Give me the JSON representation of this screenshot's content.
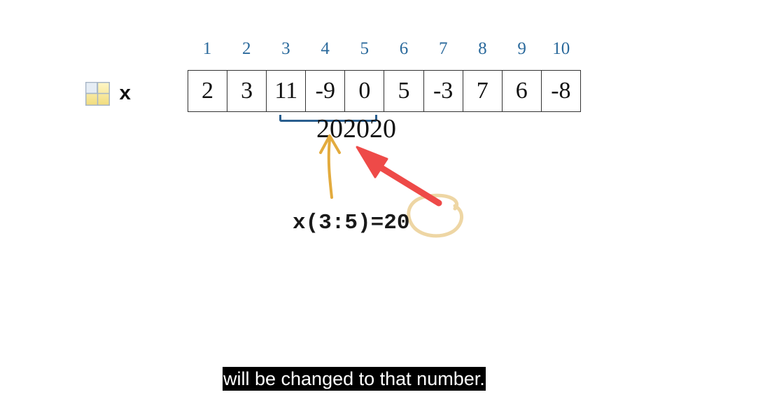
{
  "array": {
    "variable_name": "x",
    "indices": [
      "1",
      "2",
      "3",
      "4",
      "5",
      "6",
      "7",
      "8",
      "9",
      "10"
    ],
    "values": [
      "2",
      "3",
      "11",
      "-9",
      "0",
      "5",
      "-3",
      "7",
      "6",
      "-8"
    ],
    "highlight_range": [
      3,
      5
    ]
  },
  "replacement_values": "202020",
  "expression": "x(3:5)=20",
  "caption": "will be changed to that number.",
  "icons": {
    "variable": "variable-grid-icon"
  },
  "colors": {
    "index_text": "#2b6a9c",
    "bracket": "#2a5f8f",
    "yellow_arrow": "#e3ab3e",
    "red_arrow": "#ee4a48",
    "circle_highlight": "#ecd19a",
    "caption_background": "#000000",
    "caption_text": "#ffffff"
  }
}
